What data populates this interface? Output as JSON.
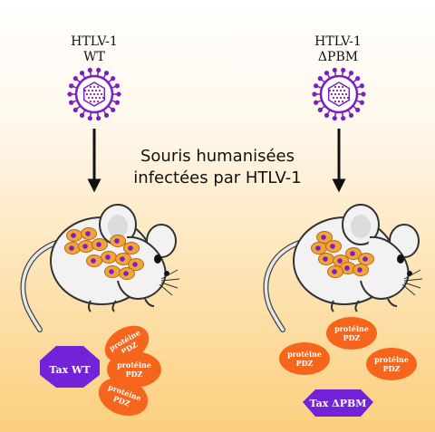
{
  "left": {
    "virus_line1": "HTLV-1",
    "virus_line2": "WT",
    "tax_label": "Tax WT"
  },
  "right": {
    "virus_line1": "HTLV-1",
    "virus_line2": "ΔPBM",
    "tax_label": "Tax ΔPBM"
  },
  "center": {
    "line1": "Souris humanisées",
    "line2": "infectées par HTLV-1"
  },
  "protein": {
    "line1": "protéine",
    "line2": "PDZ"
  },
  "colors": {
    "virus": "#7a1fc0",
    "cell": "#f0a43a",
    "nucleus": "#7a1fc0",
    "pdz": "#f5651c",
    "tax": "#7322d8"
  }
}
